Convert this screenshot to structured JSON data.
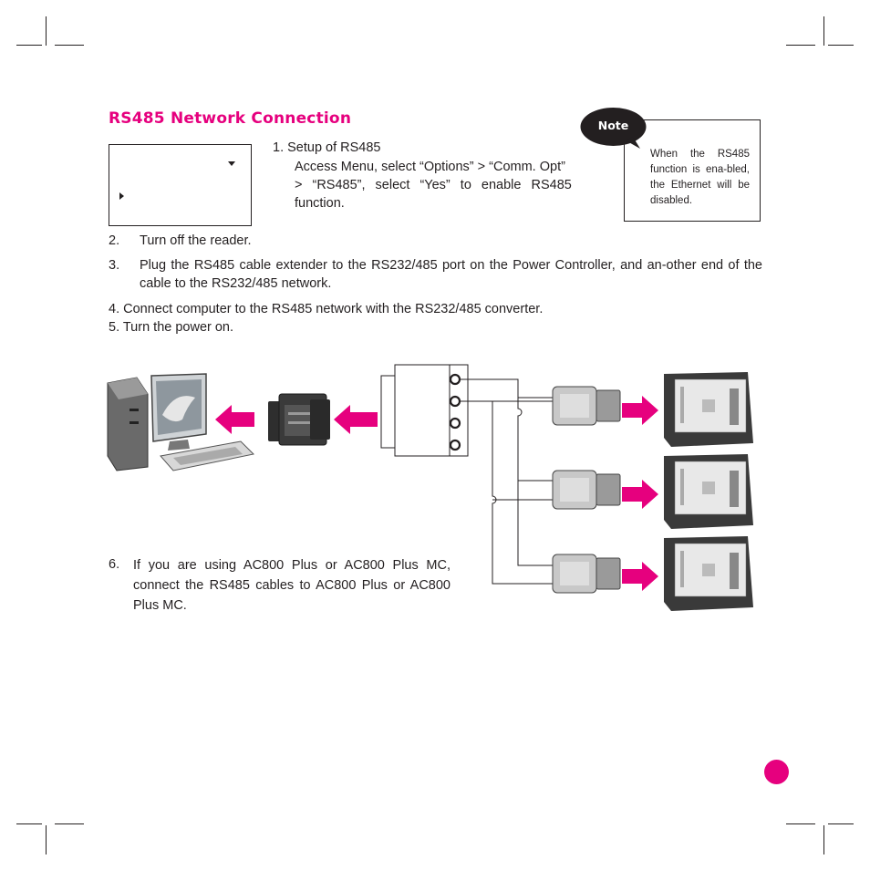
{
  "section_title": "RS485 Network Connection",
  "steps": {
    "s1_title": "1.  Setup of RS485",
    "s1_line1": "Access Menu, select “Options” > “Comm. Opt”",
    "s1_line2": "> “RS485”, select “Yes” to enable RS485",
    "s1_line3": "function.",
    "s2_num": "2.",
    "s2_text": "Turn off the reader.",
    "s3_num": "3.",
    "s3_text": "Plug the RS485 cable extender to the RS232/485 port on the Power Controller, and an-other end of the cable to the RS232/485 network.",
    "s4_text": "4.  Connect computer to the RS485 network with the RS232/485 converter.",
    "s5_text": "5.  Turn the power on.",
    "s6_num": "6.",
    "s6_text": "If you are using AC800 Plus or AC800 Plus MC, connect the RS485 cables to AC800 Plus or AC800 Plus MC."
  },
  "note": {
    "label": "Note",
    "text": "When the RS485 function is ena-bled, the Ethernet will be disabled."
  },
  "icons": {
    "lcd_down": "triangle-down-icon",
    "lcd_right": "triangle-right-icon",
    "computer": "desktop-computer-icon",
    "converter": "rs232-485-converter-icon",
    "terminal": "terminal-block-icon",
    "extender": "cable-extender-icon",
    "controller": "power-controller-icon",
    "arrow": "arrow-icon"
  },
  "colors": {
    "accent": "#e6007e",
    "text": "#231f20",
    "device_dark": "#3a3a3a"
  }
}
